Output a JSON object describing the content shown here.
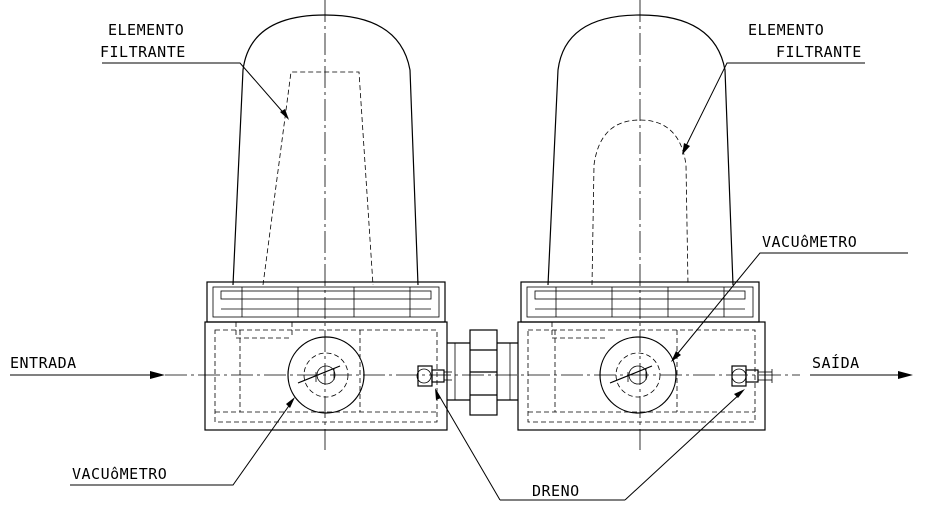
{
  "labels": {
    "elemento_left_1": "ELEMENTO",
    "elemento_left_2": "FILTRANTE",
    "elemento_right_1": "ELEMENTO",
    "elemento_right_2": "FILTRANTE",
    "vacuometro_right": "VACUôMETRO",
    "vacuometro_left": "VACUôMETRO",
    "entrada": "ENTRADA",
    "saida": "SAÍDA",
    "dreno": "DRENO"
  }
}
